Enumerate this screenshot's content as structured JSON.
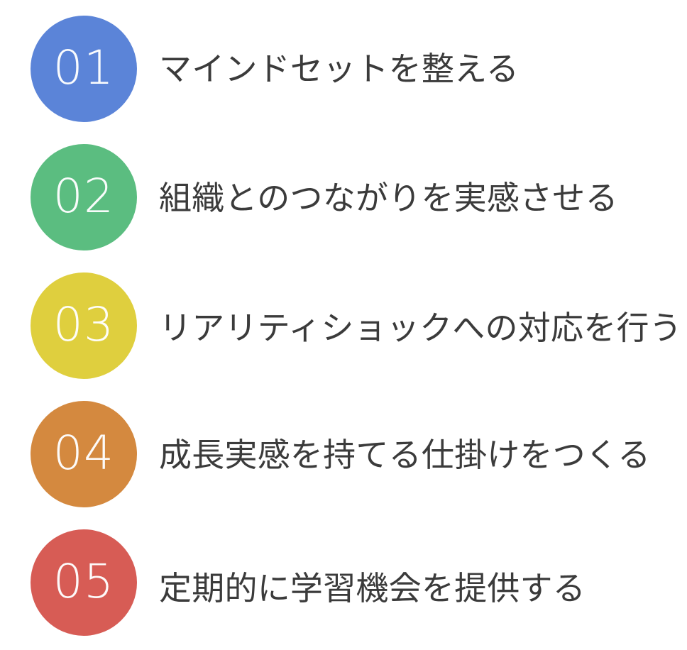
{
  "background_color": "#ffffff",
  "text_color": "#3b3b3b",
  "number_color": "#ffffff",
  "steps": [
    {
      "number": "01",
      "label": "マインドセットを整える",
      "color": "#5b84d8",
      "color_name": "blue"
    },
    {
      "number": "02",
      "label": "組織とのつながりを実感させる",
      "color": "#5bbd80",
      "color_name": "green"
    },
    {
      "number": "03",
      "label": "リアリティショックへの対応を行う",
      "color": "#dfcf3e",
      "color_name": "yellow"
    },
    {
      "number": "04",
      "label": "成長実感を持てる仕掛けをつくる",
      "color": "#d4893f",
      "color_name": "orange"
    },
    {
      "number": "05",
      "label": "定期的に学習機会を提供する",
      "color": "#d75c55",
      "color_name": "red"
    }
  ]
}
